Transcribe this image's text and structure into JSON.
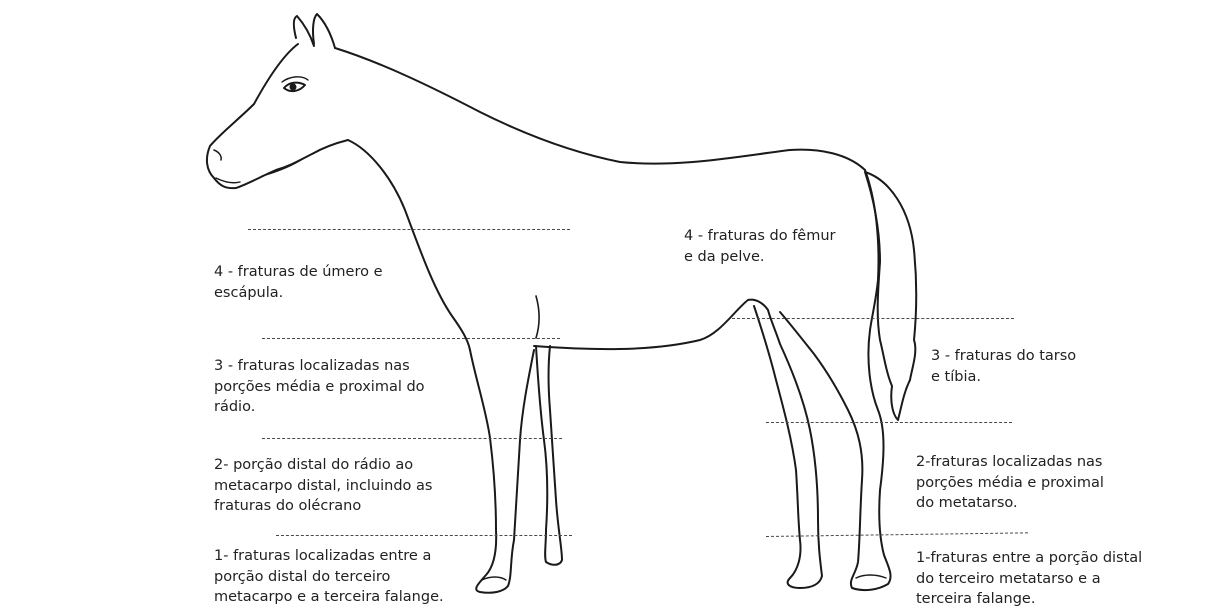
{
  "labels": {
    "front_4": "4 - fraturas de úmero e\nescápula.",
    "front_3": "3 - fraturas localizadas nas\nporções média e proximal do\nrádio.",
    "front_2": "2- porção distal do rádio ao\nmetacarpo distal, incluindo as\nfraturas do olécrano",
    "front_1": "1- fraturas localizadas entre a\nporção distal do terceiro\nmetacarpo e a terceira falange.",
    "hind_4": "4 - fraturas do fêmur\ne da pelve.",
    "hind_3": "3 - fraturas do tarso\ne tíbia.",
    "hind_2": "2-fraturas localizadas nas\nporções média e proximal\ndo metatarso.",
    "hind_1": "1-fraturas entre a porção distal\ndo terceiro metatarso e a\nterceira falange."
  },
  "colors": {
    "outline": "#1a1a1a",
    "dash": "#4a4a4a"
  }
}
